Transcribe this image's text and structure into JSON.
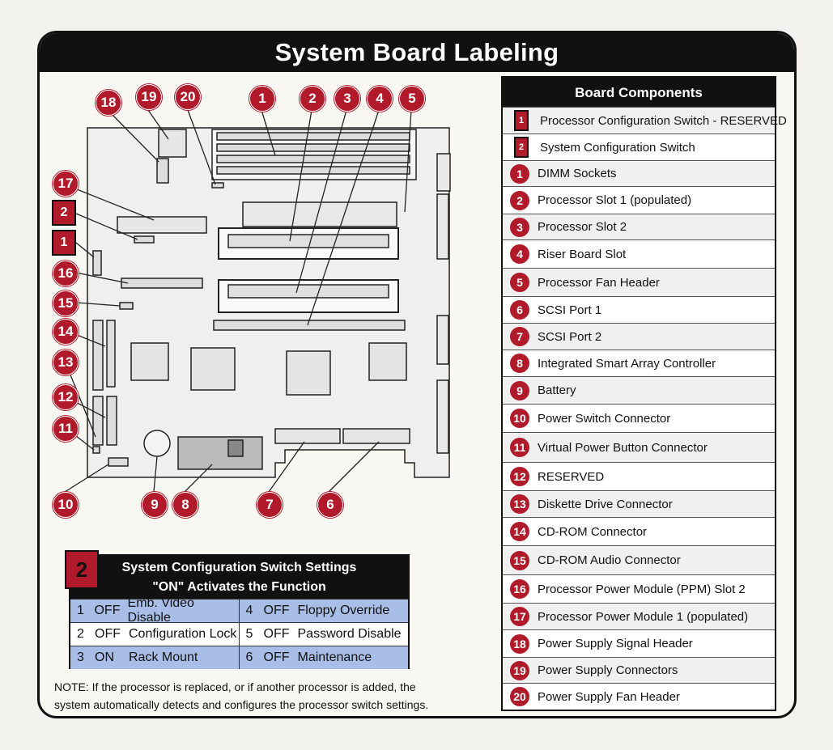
{
  "title": "System Board Labeling",
  "components_header": "Board Components",
  "components": [
    {
      "num": "1",
      "type": "square",
      "label": "Processor Configuration Switch - RESERVED"
    },
    {
      "num": "2",
      "type": "square",
      "label": "System Configuration Switch"
    },
    {
      "num": "1",
      "type": "circle",
      "label": "DIMM Sockets"
    },
    {
      "num": "2",
      "type": "circle",
      "label": "Processor Slot 1 (populated)"
    },
    {
      "num": "3",
      "type": "circle",
      "label": "Processor Slot 2"
    },
    {
      "num": "4",
      "type": "circle",
      "label": "Riser Board Slot"
    },
    {
      "num": "5",
      "type": "circle",
      "label": "Processor Fan Header"
    },
    {
      "num": "6",
      "type": "circle",
      "label": "SCSI Port 1"
    },
    {
      "num": "7",
      "type": "circle",
      "label": "SCSI Port 2"
    },
    {
      "num": "8",
      "type": "circle",
      "label": "Integrated Smart Array Controller"
    },
    {
      "num": "9",
      "type": "circle",
      "label": "Battery"
    },
    {
      "num": "10",
      "type": "circle",
      "label": "Power Switch Connector"
    },
    {
      "num": "11",
      "type": "circle",
      "label": "Virtual Power Button Connector"
    },
    {
      "num": "12",
      "type": "circle",
      "label": "RESERVED"
    },
    {
      "num": "13",
      "type": "circle",
      "label": "Diskette Drive Connector"
    },
    {
      "num": "14",
      "type": "circle",
      "label": "CD-ROM Connector"
    },
    {
      "num": "15",
      "type": "circle",
      "label": "CD-ROM Audio Connector"
    },
    {
      "num": "16",
      "type": "circle",
      "label": "Processor Power Module (PPM) Slot 2"
    },
    {
      "num": "17",
      "type": "circle",
      "label": "Processor Power Module 1 (populated)"
    },
    {
      "num": "18",
      "type": "circle",
      "label": "Power Supply Signal Header"
    },
    {
      "num": "19",
      "type": "circle",
      "label": "Power Supply Connectors"
    },
    {
      "num": "20",
      "type": "circle",
      "label": "Power Supply Fan Header"
    }
  ],
  "callouts": {
    "c1": "1",
    "c2": "2",
    "c3": "3",
    "c4": "4",
    "c5": "5",
    "c6": "6",
    "c7": "7",
    "c8": "8",
    "c9": "9",
    "c10": "10",
    "c11": "11",
    "c12": "12",
    "c13": "13",
    "c14": "14",
    "c15": "15",
    "c16": "16",
    "c17": "17",
    "c18": "18",
    "c19": "19",
    "c20": "20",
    "s1": "1",
    "s2": "2"
  },
  "switch": {
    "badge": "2",
    "title": "System Configuration Switch Settings",
    "subtitle": "\"ON\" Activates the Function",
    "rows": [
      {
        "left": {
          "n": "1",
          "state": "OFF",
          "name": "Emb. Video Disable"
        },
        "right": {
          "n": "4",
          "state": "OFF",
          "name": "Floppy Override"
        }
      },
      {
        "left": {
          "n": "2",
          "state": "OFF",
          "name": "Configuration Lock"
        },
        "right": {
          "n": "5",
          "state": "OFF",
          "name": "Password Disable"
        }
      },
      {
        "left": {
          "n": "3",
          "state": "ON",
          "name": "Rack Mount"
        },
        "right": {
          "n": "6",
          "state": "OFF",
          "name": "Maintenance"
        }
      }
    ]
  },
  "note_line1": "NOTE:  If the processor is replaced, or if another processor is added, the",
  "note_line2": "system automatically detects and configures the processor switch settings.",
  "colors": {
    "accent": "#b11a2b",
    "header": "#111111",
    "row_blue": "#a8bee6"
  }
}
